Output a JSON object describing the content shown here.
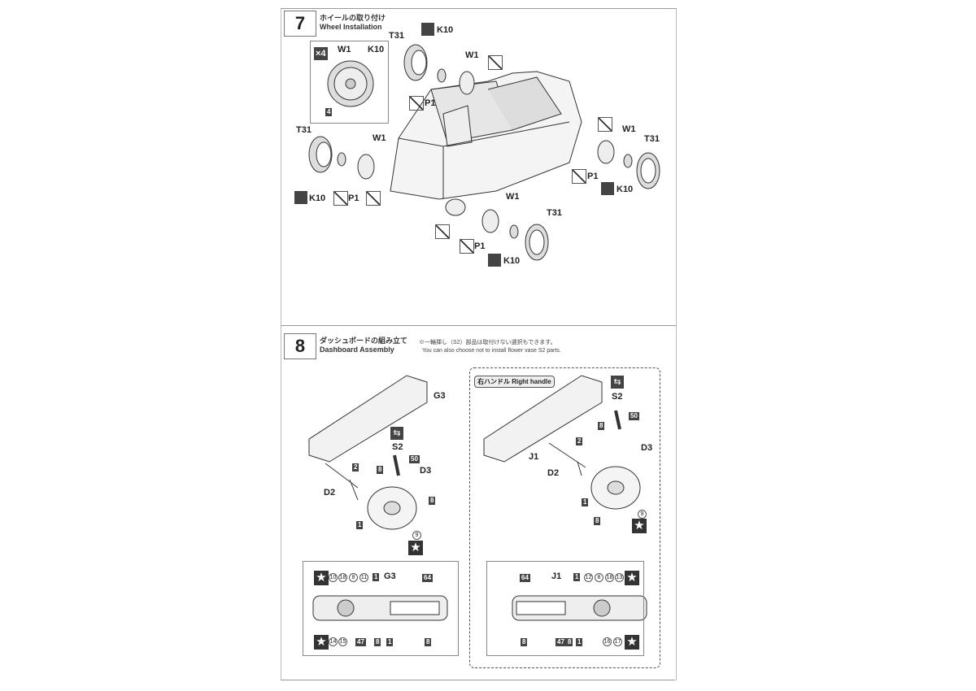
{
  "step7": {
    "number": "7",
    "title_jp": "ホイールの取り付け",
    "title_en": "Wheel Installation",
    "inset": {
      "qty": "×4",
      "w1": "W1",
      "k10": "K10",
      "num": "4"
    },
    "labels": {
      "t31": "T31",
      "k10": "K10",
      "w1": "W1",
      "p1": "P1"
    }
  },
  "step8": {
    "number": "8",
    "title_jp": "ダッシュボードの組み立て",
    "title_en": "Dashboard Assembly",
    "note_jp": "※一輪挿し（S2）部品は取付けない選択もできます。",
    "note_en": "You can also choose not to install flower vase S2 parts.",
    "right_handle": "右ハンドル Right handle",
    "labels": {
      "g3": "G3",
      "j1": "J1",
      "s2": "S2",
      "d2": "D2",
      "d3": "D3",
      "n50": "50",
      "n8": "8",
      "n2": "2",
      "n1": "1",
      "n9": "9",
      "star": "★"
    },
    "detail_left": {
      "part": "G3",
      "top": [
        "10",
        "18",
        "8",
        "11"
      ],
      "box1": "1",
      "box64": "64",
      "bottom": [
        "14",
        "15"
      ],
      "box47": "47",
      "box8": "8",
      "box1b": "1",
      "box8b": "8"
    },
    "detail_right": {
      "part": "J1",
      "top": [
        "12",
        "8",
        "18",
        "13"
      ],
      "box1": "1",
      "box64": "64",
      "bottom": [
        "16",
        "17"
      ],
      "box47": "47",
      "box8": "8",
      "box1b": "1",
      "box8b": "8"
    }
  }
}
